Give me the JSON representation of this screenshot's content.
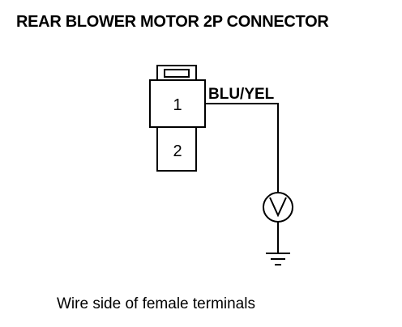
{
  "title": "REAR BLOWER MOTOR 2P CONNECTOR",
  "connector": {
    "pins": [
      "1",
      "2"
    ]
  },
  "wire": {
    "color_label": "BLU/YEL"
  },
  "meter": {
    "symbol": "V"
  },
  "ground": {
    "icon": "ground-symbol-icon"
  },
  "caption": "Wire side of female terminals",
  "colors": {
    "line": "#000000",
    "background": "#ffffff"
  }
}
